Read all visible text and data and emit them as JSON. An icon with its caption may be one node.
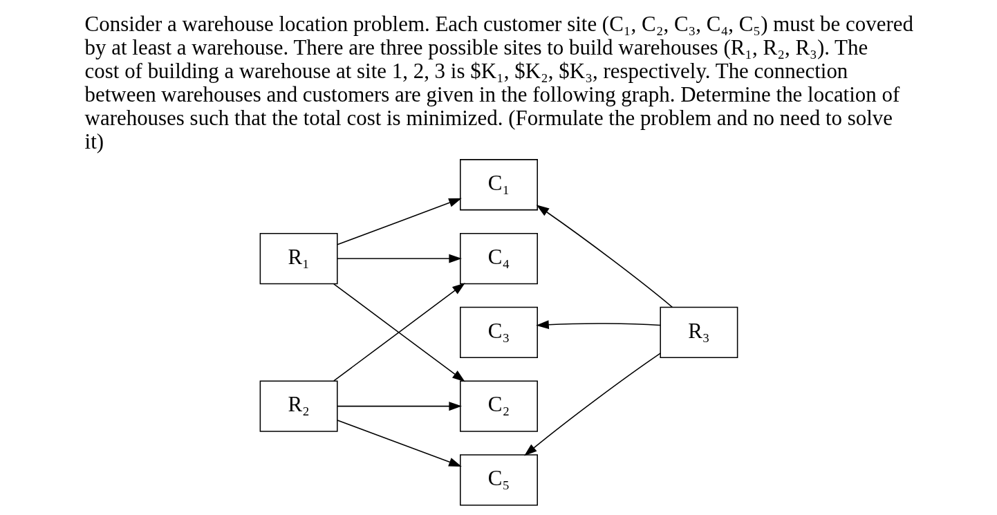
{
  "diagram": {
    "title": "Consider a warehouse location problem. Each customer site (C₁, C₂, C₃, C₄, C₅) must be covered by at least a warehouse. There are three possible sites to build warehouses (R₁, R₂, R₃). The cost of building a warehouse at site 1, 2, 3 is $K₁, $K₂, $K₃, respectively. The connection between warehouses and customers are given in the following graph. Determine the location of warehouses such that the total cost is minimized. (Formulate the problem and no need to solve it)",
    "nodes": [
      {
        "text": [
          "R₁"
        ]
      },
      {
        "text": [
          "R₂"
        ]
      },
      {
        "text": [
          "C₁"
        ]
      },
      {
        "text": [
          "C₂"
        ]
      },
      {
        "text": [
          "C₃"
        ]
      },
      {
        "text": [
          "C₄"
        ]
      },
      {
        "text": [
          "C₅"
        ]
      },
      {
        "text": [
          "R₃"
        ]
      }
    ],
    "edges": [
      {
        "from": 0,
        "to": 2,
        "arrow": "to"
      },
      {
        "from": 0,
        "to": 3,
        "arrow": "to"
      },
      {
        "from": 0,
        "to": 5,
        "arrow": "to"
      },
      {
        "from": 1,
        "to": 3,
        "arrow": "to"
      },
      {
        "from": 1,
        "to": 5,
        "arrow": "to"
      },
      {
        "from": 1,
        "to": 6,
        "arrow": "to"
      },
      {
        "from": 7,
        "to": 2,
        "arrow": "to"
      },
      {
        "from": 7,
        "to": 4,
        "arrow": "to"
      },
      {
        "from": 7,
        "to": 6,
        "arrow": "to"
      }
    ]
  }
}
